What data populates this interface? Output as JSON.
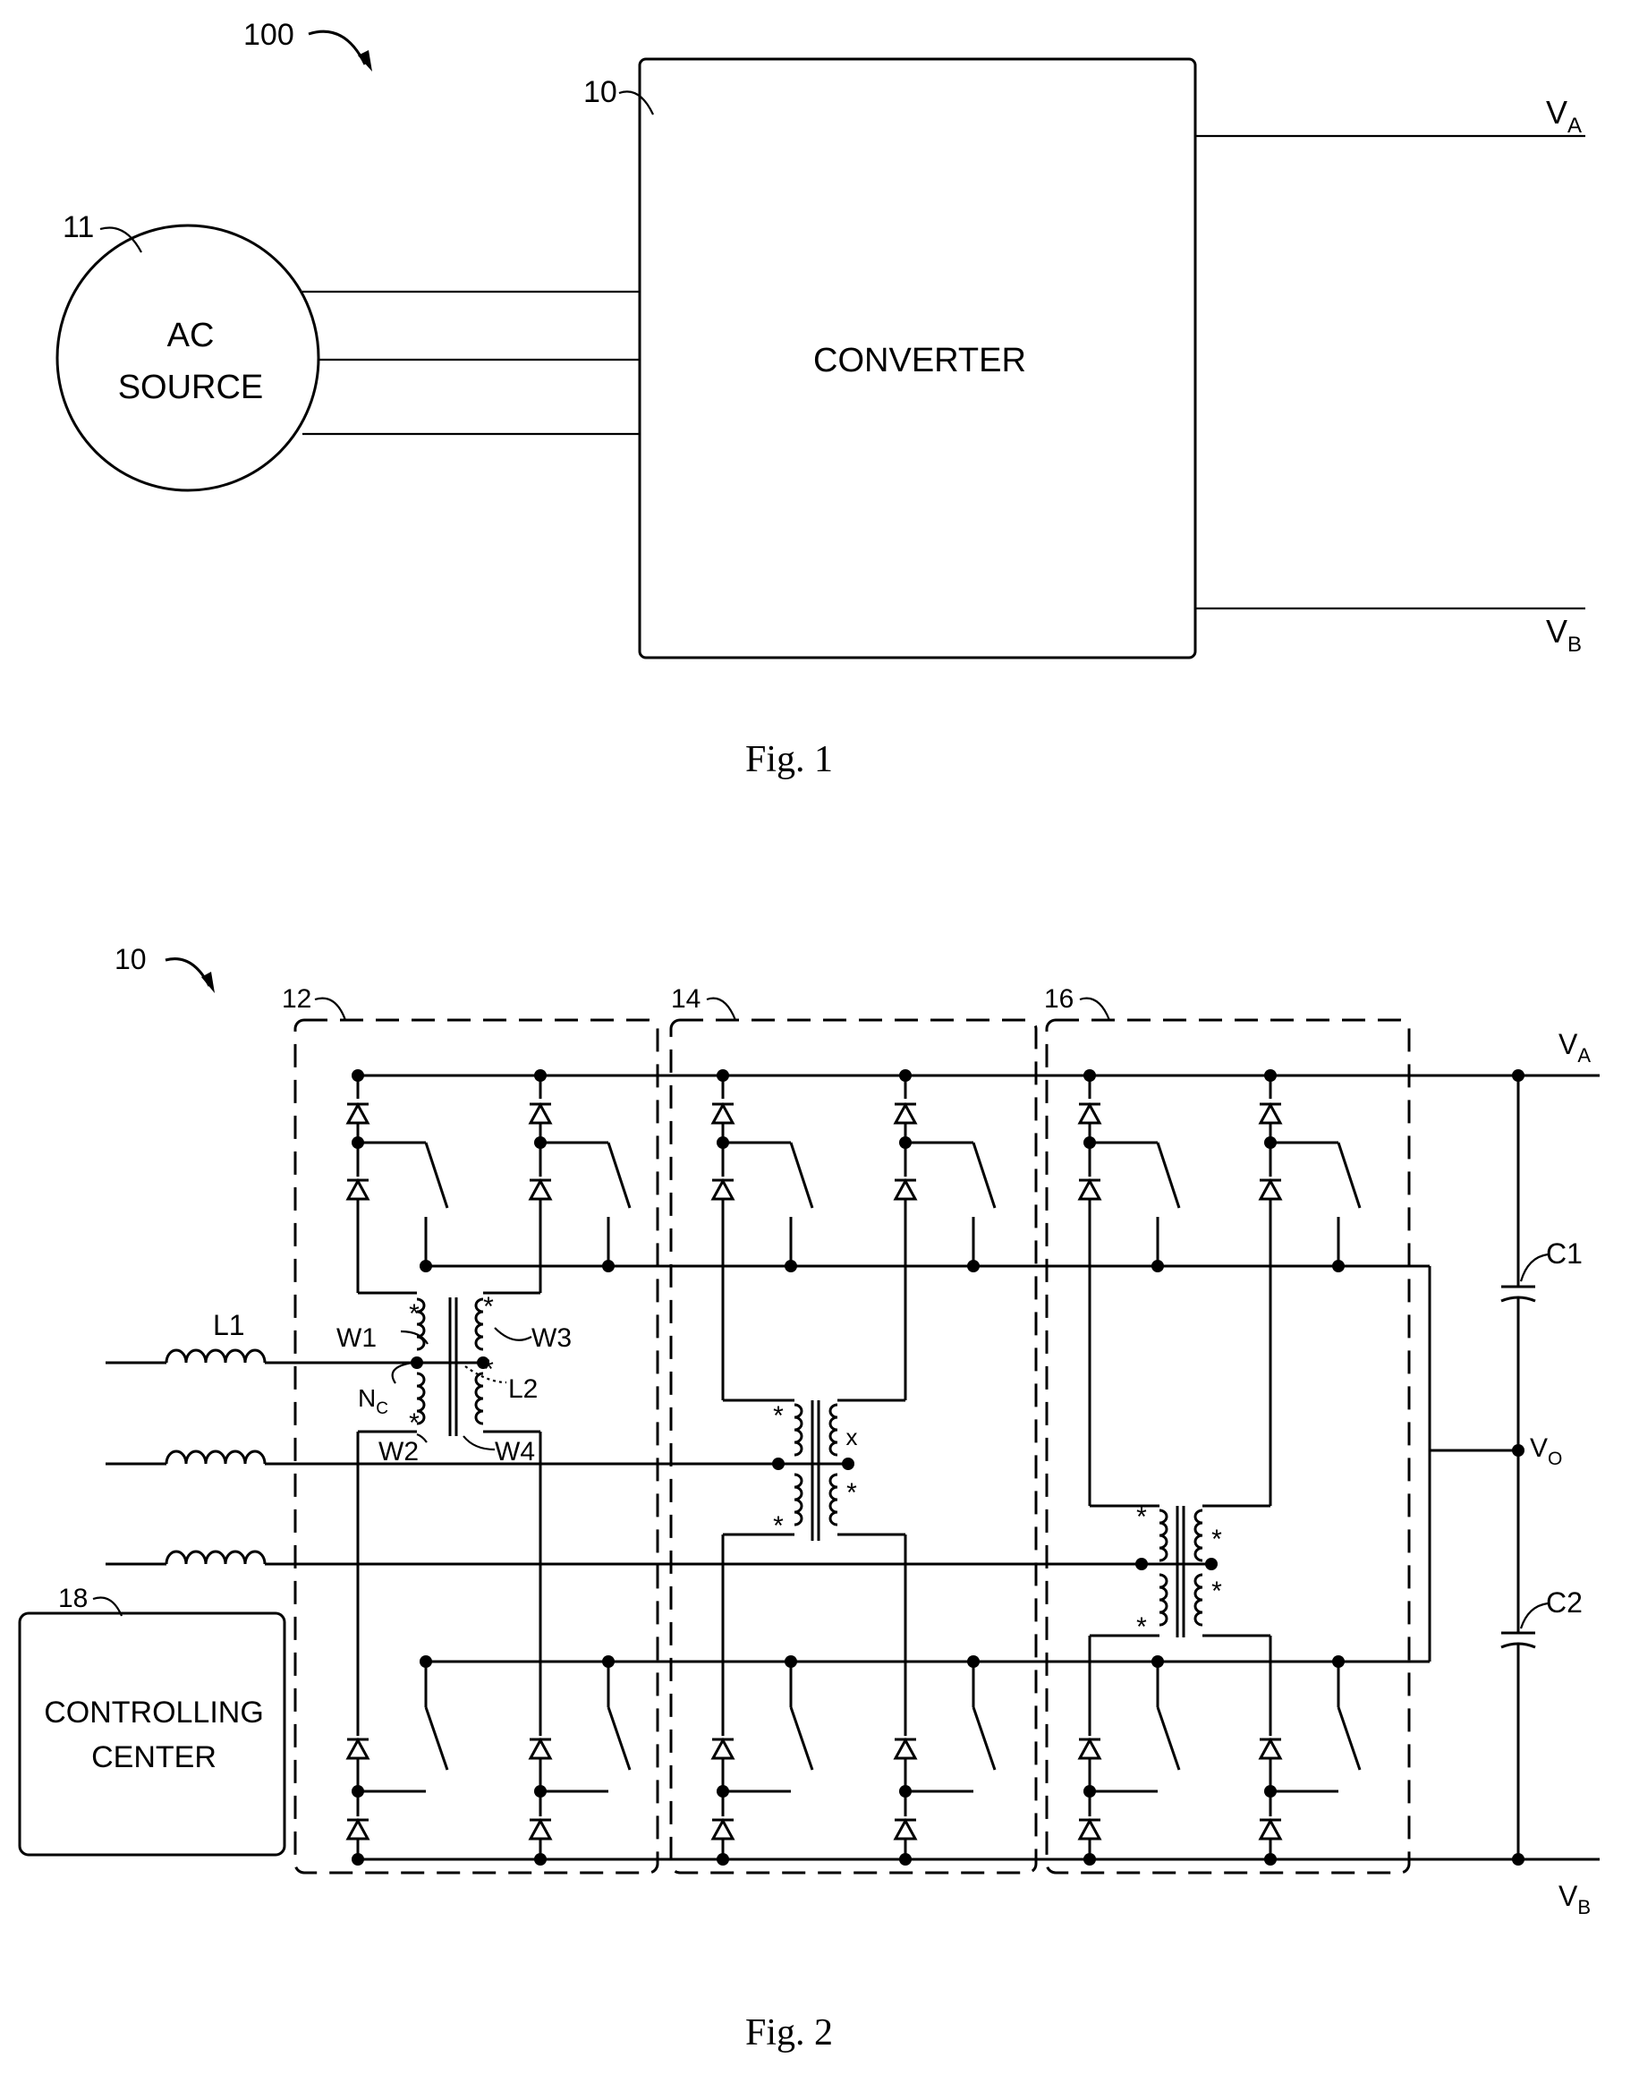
{
  "fig1": {
    "ref_system": "100",
    "ref_converter": "10",
    "ref_source": "11",
    "source_line1": "AC",
    "source_line2": "SOURCE",
    "converter_label": "CONVERTER",
    "va_main": "V",
    "va_sub": "A",
    "vb_main": "V",
    "vb_sub": "B",
    "caption": "Fig. 1"
  },
  "fig2": {
    "ref_converter": "10",
    "ref_bridge1": "12",
    "ref_bridge2": "14",
    "ref_bridge3": "16",
    "ref_controller": "18",
    "controller_line1": "CONTROLLING",
    "controller_line2": "CENTER",
    "inductor_label": "L1",
    "w1": "W1",
    "w2": "W2",
    "w3": "W3",
    "w4": "W4",
    "l2": "L2",
    "nc_main": "N",
    "nc_sub": "C",
    "c1": "C1",
    "c2": "C2",
    "vo_main": "V",
    "vo_sub": "O",
    "va_main": "V",
    "va_sub": "A",
    "vb_main": "V",
    "vb_sub": "B",
    "dot_star": "*",
    "dot_x": "x",
    "caption": "Fig. 2"
  }
}
